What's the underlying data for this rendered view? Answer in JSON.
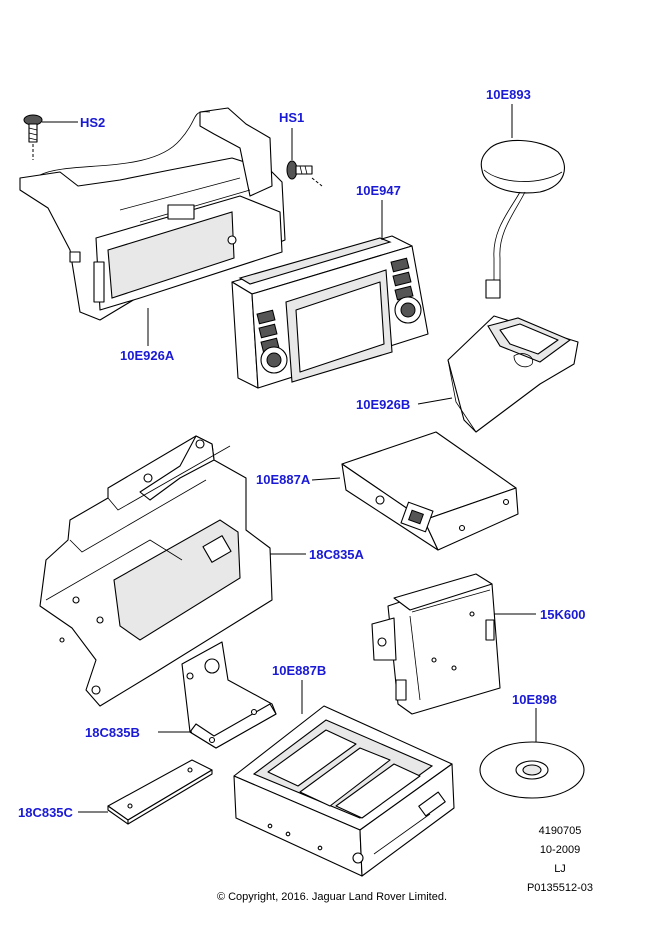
{
  "diagram": {
    "callouts": {
      "hs2": "HS2",
      "hs1": "HS1",
      "e893": "10E893",
      "e947": "10E947",
      "e926a": "10E926A",
      "e926b": "10E926B",
      "e887a": "10E887A",
      "c835a": "18C835A",
      "k600": "15K600",
      "e887b": "10E887B",
      "c835b": "18C835B",
      "e898": "10E898",
      "c835c": "18C835C"
    },
    "callout_color": "#1a1ad6",
    "reference_block": {
      "number": "4190705",
      "date": "10-2009",
      "initials": "LJ",
      "part_code": "P0135512-03"
    },
    "copyright": "© Copyright, 2016. Jaguar Land Rover Limited."
  }
}
